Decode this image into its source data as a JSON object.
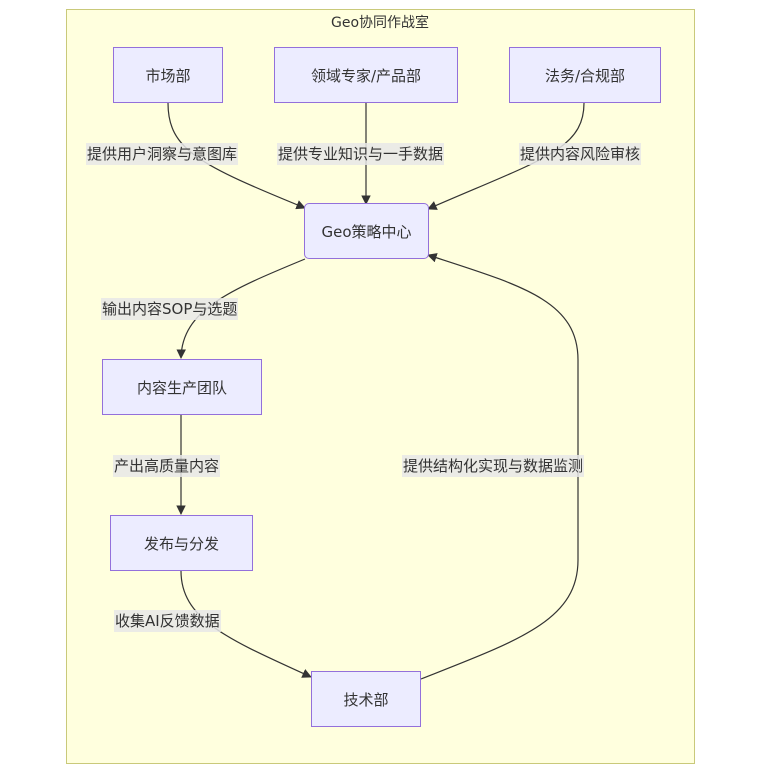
{
  "diagram": {
    "type": "flowchart",
    "subgraph_title": "Geo协同作战室",
    "colors": {
      "subgraph_fill": "#ffffde",
      "subgraph_stroke": "#c9c97a",
      "node_fill": "#ececff",
      "node_stroke": "#9370db",
      "edge": "#333333",
      "label_bg": "#e8e8e8"
    },
    "nodes": {
      "market": "市场部",
      "experts": "领域专家/产品部",
      "legal": "法务/合规部",
      "strategy": "Geo策略中心",
      "content_team": "内容生产团队",
      "publish": "发布与分发",
      "tech": "技术部"
    },
    "edges": [
      {
        "from": "market",
        "to": "strategy",
        "label": "提供用户洞察与意图库"
      },
      {
        "from": "experts",
        "to": "strategy",
        "label": "提供专业知识与一手数据"
      },
      {
        "from": "legal",
        "to": "strategy",
        "label": "提供内容风险审核"
      },
      {
        "from": "strategy",
        "to": "content_team",
        "label": "输出内容SOP与选题"
      },
      {
        "from": "content_team",
        "to": "publish",
        "label": "产出高质量内容"
      },
      {
        "from": "publish",
        "to": "tech",
        "label": "收集AI反馈数据"
      },
      {
        "from": "tech",
        "to": "strategy",
        "label": "提供结构化实现与数据监测"
      }
    ]
  }
}
